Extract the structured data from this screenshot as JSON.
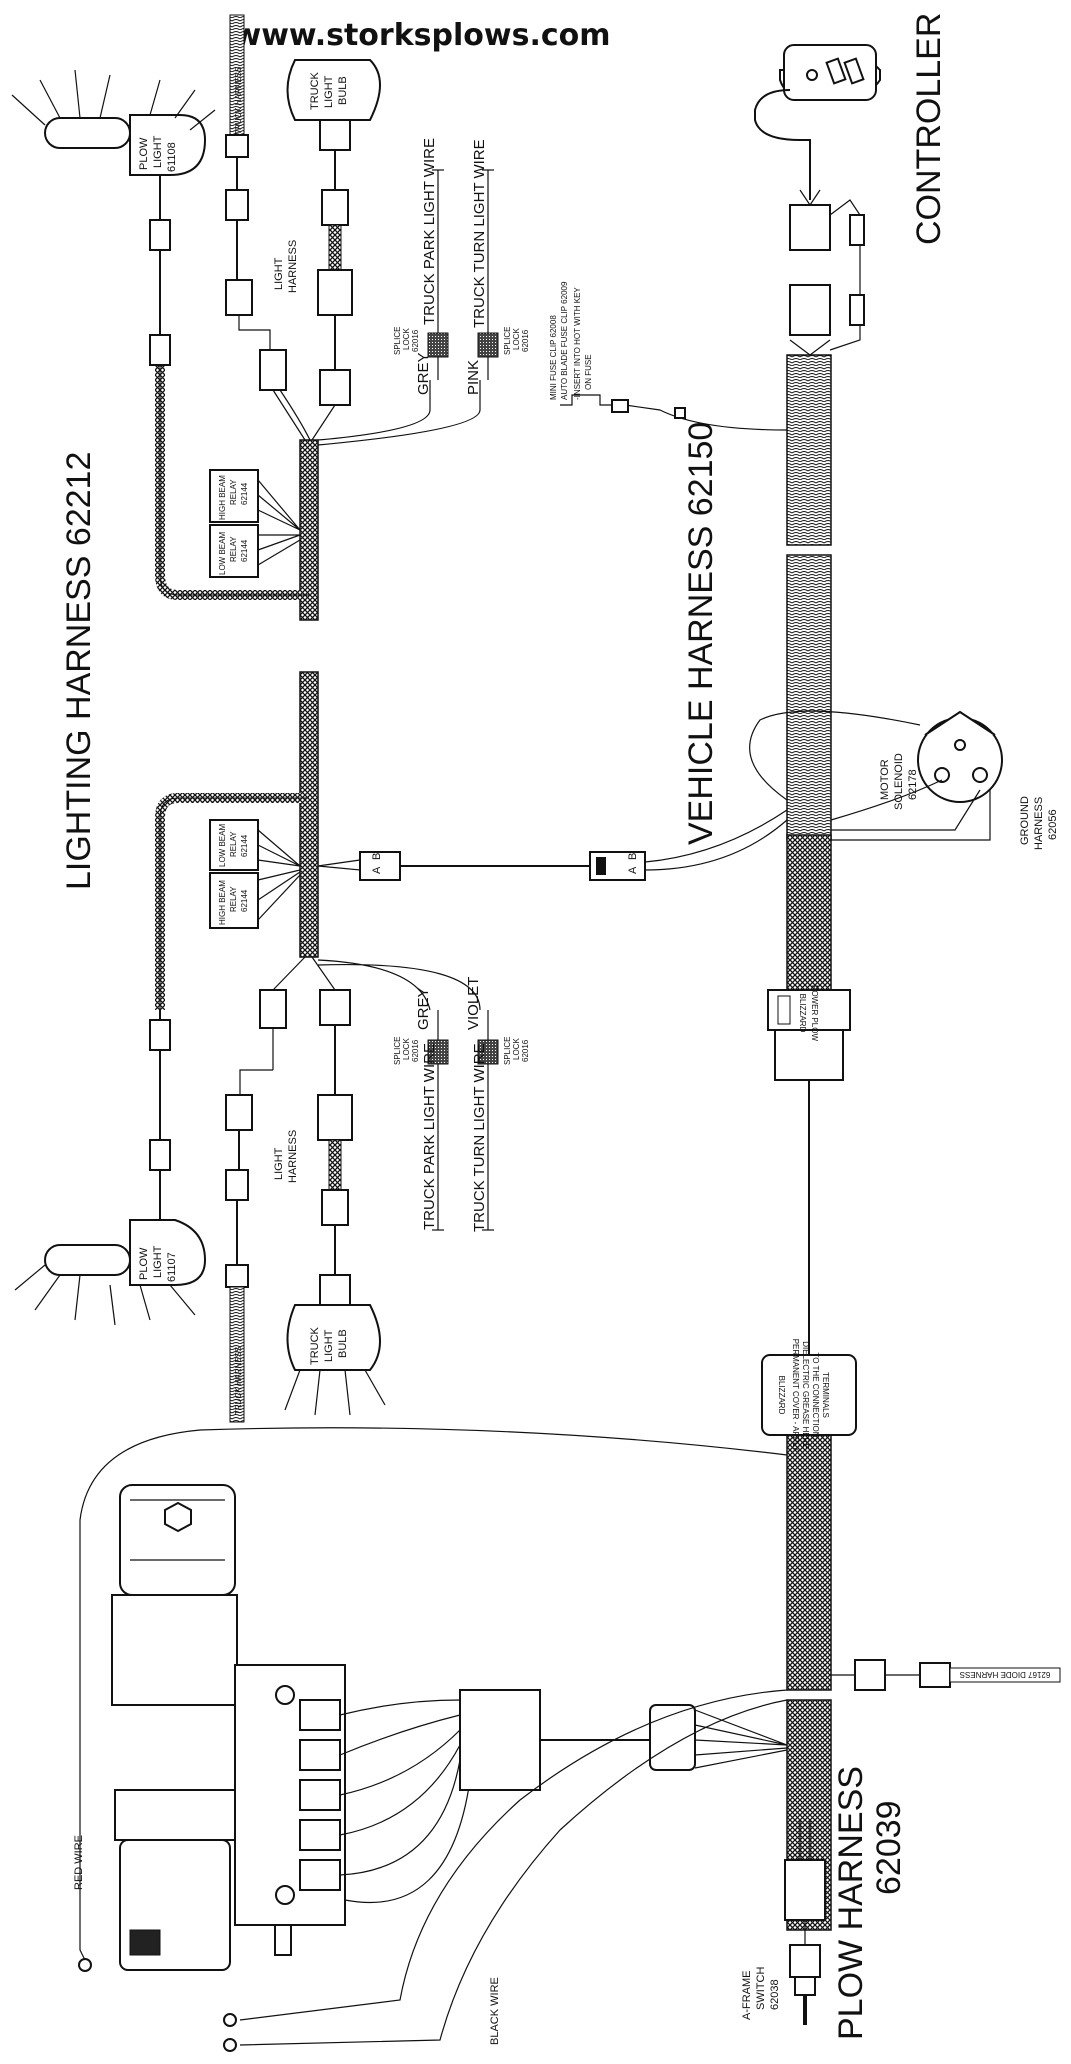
{
  "website": "www.storksplows.com",
  "titles": {
    "lighting_harness": "LIGHTING HARNESS 62212",
    "vehicle_harness": "VEHICLE HARNESS 62150",
    "plow_harness_line1": "PLOW HARNESS",
    "plow_harness_line2": "62039",
    "controller": "CONTROLLER"
  },
  "plow_lights": {
    "top": [
      "PLOW",
      "LIGHT",
      "61108"
    ],
    "bottom": [
      "PLOW",
      "LIGHT",
      "61107"
    ]
  },
  "truck_light_bulb": [
    "TRUCK",
    "LIGHT",
    "BULB"
  ],
  "truck_harness": "TRUCK HARNESS",
  "light_harness": [
    "LIGHT",
    "HARNESS"
  ],
  "relays": {
    "high_beam": [
      "HIGH BEAM",
      "RELAY",
      "62144"
    ],
    "low_beam": [
      "LOW BEAM",
      "RELAY",
      "62144"
    ]
  },
  "wires": {
    "truck_park": "TRUCK PARK LIGHT WIRE",
    "truck_turn": "TRUCK TURN LIGHT WIRE",
    "grey": "GREY",
    "pink": "PINK",
    "violet": "VIOLET",
    "red_wire": "RED WIRE",
    "black_wire": "BLACK WIRE"
  },
  "splice_lock": [
    "SPLICE",
    "LOCK",
    "62016"
  ],
  "fuse_note": [
    "MINI FUSE CLIP 62008",
    "AUTO BLADE FUSE CLIP 62009",
    "-INSERT INTO HOT WITH KEY",
    "ON FUSE"
  ],
  "connector_letters": [
    "A",
    "B"
  ],
  "motor_solenoid": [
    "MOTOR",
    "SOLENOID",
    "62178"
  ],
  "ground_harness": [
    "GROUND",
    "HARNESS",
    "62056"
  ],
  "a_frame_switch": [
    "A-FRAME",
    "SWITCH",
    "62038"
  ],
  "diode_harness": "62167 DIODE HARNESS",
  "blizzard": "BLIZZARD",
  "blizzard_sub": "POWER PLOW",
  "cover_note": [
    "PERMANENT COVER - APPLY",
    "DIELECTRIC GREASE HERE",
    "TO THE CONNECTION",
    "TERMINALS"
  ]
}
